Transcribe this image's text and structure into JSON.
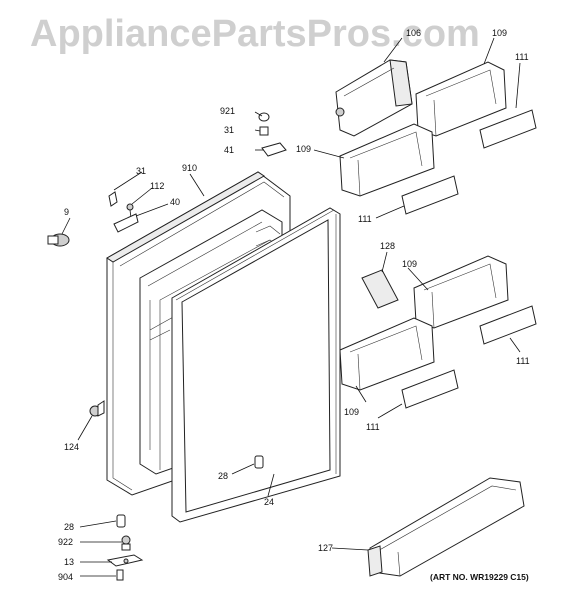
{
  "watermark": "AppliancePartsPros.com",
  "art_number": "(ART NO. WR19229 C15)",
  "callouts": {
    "c106": "106",
    "c109_top": "109",
    "c111_top": "111",
    "c921": "921",
    "c31_a": "31",
    "c41": "41",
    "c109_a": "109",
    "c910": "910",
    "c31_b": "31",
    "c112": "112",
    "c40": "40",
    "c9": "9",
    "c111_a": "111",
    "c128": "128",
    "c109_b": "109",
    "c111_b": "111",
    "c109_c": "109",
    "c111_c": "111",
    "c124": "124",
    "c28_a": "28",
    "c24": "24",
    "c28_b": "28",
    "c922": "922",
    "c13": "13",
    "c904": "904",
    "c127": "127"
  }
}
